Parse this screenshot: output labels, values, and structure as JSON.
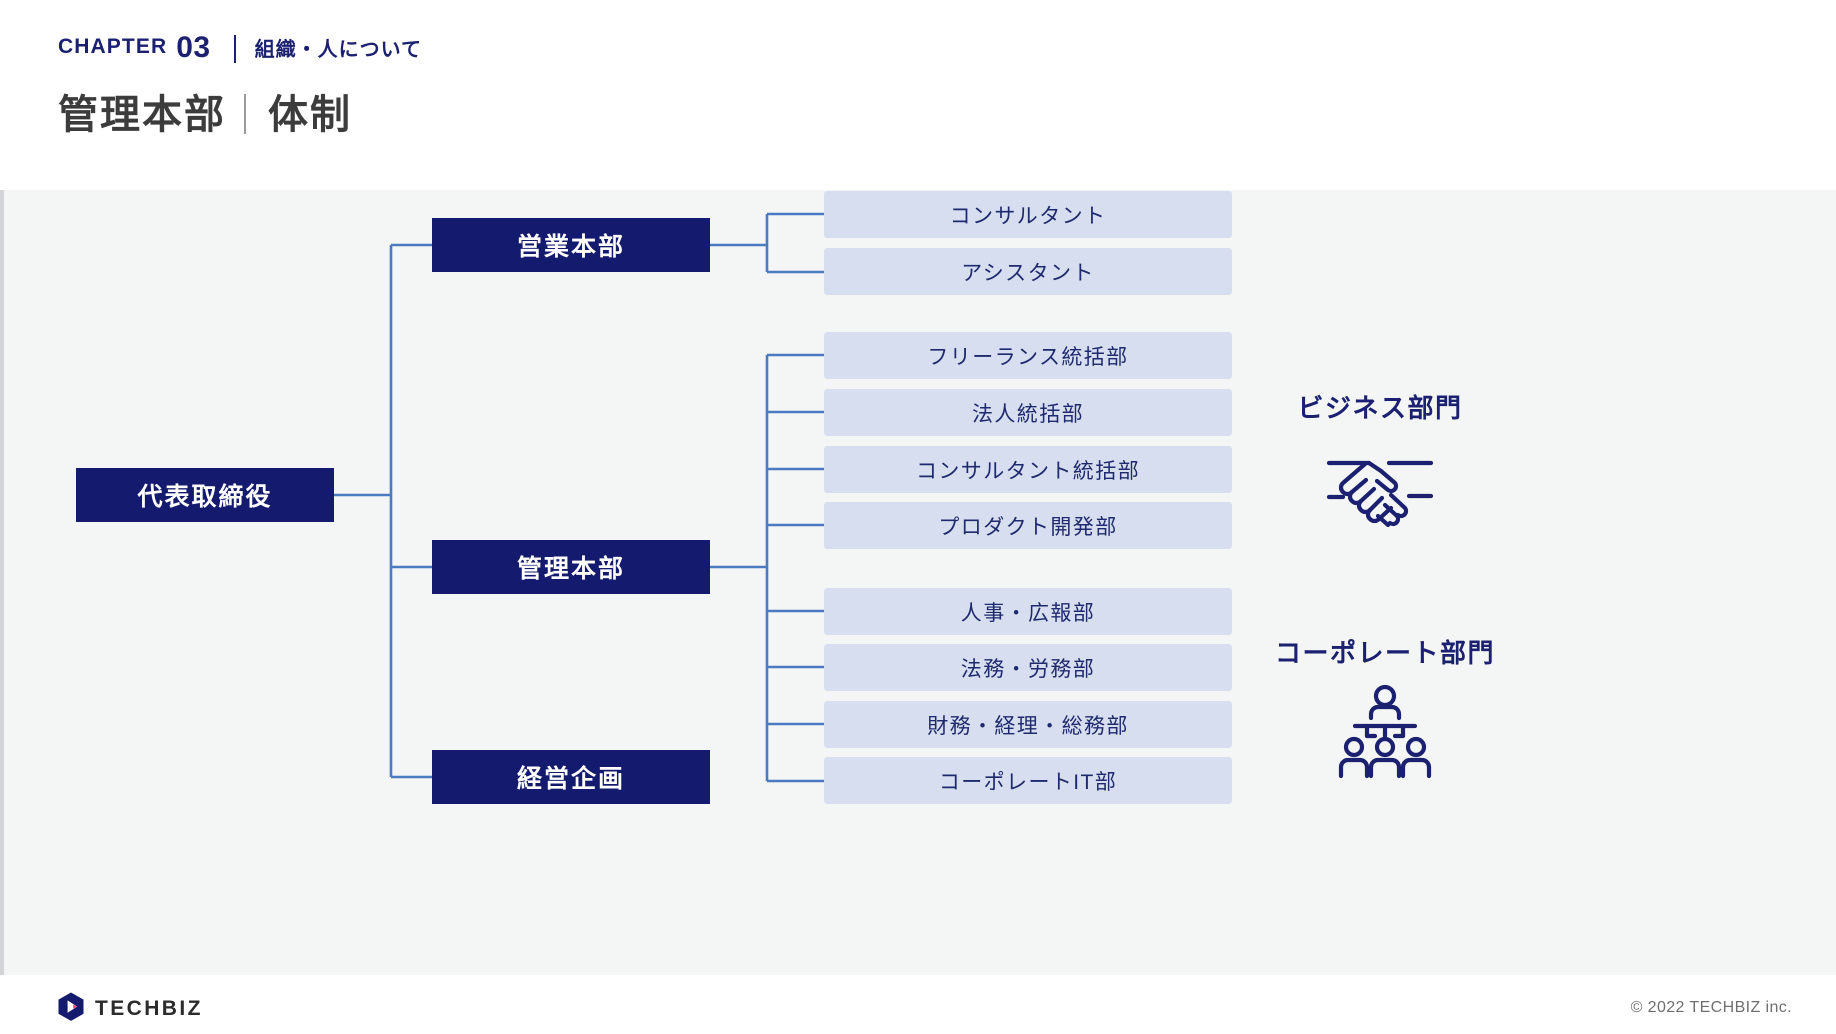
{
  "header": {
    "chapter_word": "CHAPTER",
    "chapter_number": "03",
    "chapter_subtitle": "組織・人について",
    "title_main": "管理本部",
    "title_sub": "体制"
  },
  "chart_data": {
    "type": "diagram",
    "title": "管理本部｜体制",
    "root": {
      "label": "代表取締役"
    },
    "divisions": [
      {
        "label": "営業本部"
      },
      {
        "label": "管理本部"
      },
      {
        "label": "経営企画"
      }
    ],
    "departments": [
      {
        "label": "コンサルタント",
        "group": "ビジネス部門"
      },
      {
        "label": "アシスタント",
        "group": "ビジネス部門"
      },
      {
        "label": "フリーランス統括部",
        "group": "ビジネス部門"
      },
      {
        "label": "法人統括部",
        "group": "ビジネス部門"
      },
      {
        "label": "コンサルタント統括部",
        "group": "ビジネス部門"
      },
      {
        "label": "プロダクト開発部",
        "group": "ビジネス部門"
      },
      {
        "label": "人事・広報部",
        "group": "コーポレート部門"
      },
      {
        "label": "法務・労務部",
        "group": "コーポレート部門"
      },
      {
        "label": "財務・経理・総務部",
        "group": "コーポレート部門"
      },
      {
        "label": "コーポレートIT部",
        "group": "コーポレート部門"
      }
    ],
    "legend": [
      {
        "label": "ビジネス部門",
        "icon": "handshake-icon"
      },
      {
        "label": "コーポレート部門",
        "icon": "org-people-icon"
      }
    ],
    "colors": {
      "division_box": "#141a6e",
      "department_box": "#d7def0",
      "department_text": "#1f2a6e",
      "connector": "#4a7ac0",
      "canvas": "#f4f6f5",
      "accent": "#1b2170"
    }
  },
  "footer": {
    "brand": "TECHBIZ",
    "copyright": "© 2022 TECHBIZ inc."
  }
}
